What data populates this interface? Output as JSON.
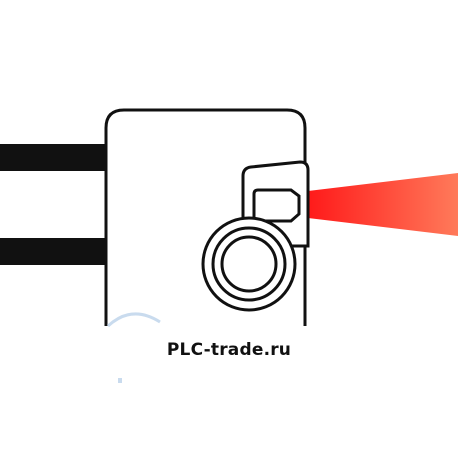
{
  "watermark": {
    "text": "PLC-trade.ru"
  },
  "colors": {
    "outline": "#111111",
    "body_fill": "#ffffff",
    "beam_start": "#ff1a1a",
    "beam_end": "#ff7a5a",
    "faint_logo": "#c9dbee"
  },
  "icons": {
    "sensor_body": "photoelectric-sensor",
    "beam": "light-beam",
    "lens": "receiver-lens",
    "emitter": "emitter-window"
  }
}
